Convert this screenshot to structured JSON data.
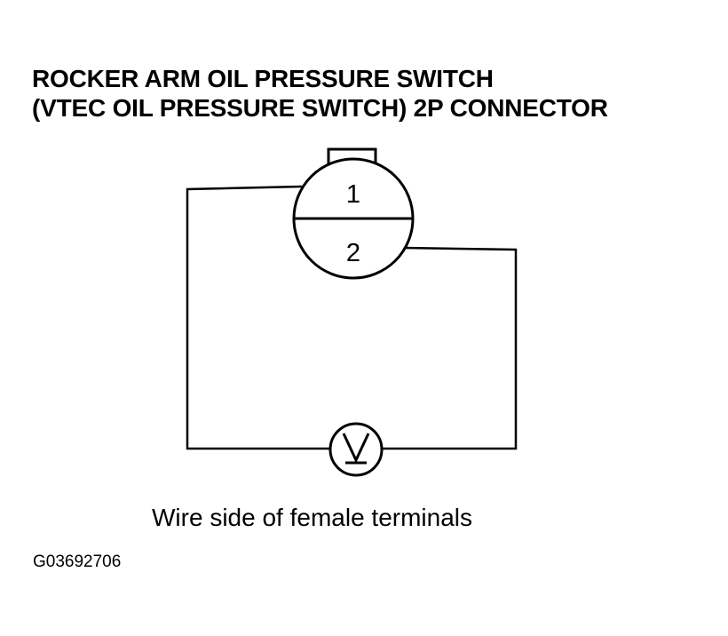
{
  "title": {
    "line1": "ROCKER ARM OIL PRESSURE SWITCH",
    "line2": "(VTEC OIL PRESSURE SWITCH) 2P CONNECTOR"
  },
  "connector": {
    "terminal_top": "1",
    "terminal_bottom": "2"
  },
  "meter": {
    "symbol": "V",
    "icon": "voltmeter-icon"
  },
  "caption": "Wire side of female terminals",
  "figure_id": "G03692706",
  "colors": {
    "line": "#000000",
    "background": "#ffffff"
  }
}
